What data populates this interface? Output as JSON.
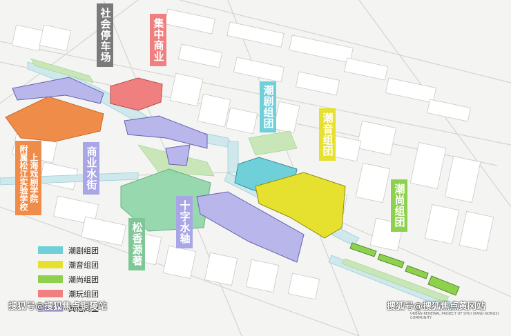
{
  "colors": {
    "chaoju": "#6fd0da",
    "chaoyin": "#e6e02e",
    "chaoshang": "#8fd14f",
    "chaowan": "#f07f7f",
    "other_commercial": "#b9b6ec",
    "school": "#f08c4a",
    "xiangyuan": "#8fd6a8",
    "road_label_blue": "#a8a6e6",
    "parking_label": "#7a7a7a",
    "green_label": "#7fc796"
  },
  "labels": {
    "parking": "社会停车场",
    "shangye_center": "集中商业",
    "chaoju": "潮剧组团",
    "chaoyin": "潮音组团",
    "chaoshang": "潮尚组团",
    "shangye_street": "商业水街",
    "school_a": "上海戏剧学院",
    "school_b": "附属松江实验学校",
    "shizi": "十字水轴",
    "songxiang": "松香源著"
  },
  "legend": [
    {
      "label": "潮剧组团",
      "color": "#6fd0da"
    },
    {
      "label": "潮音组团",
      "color": "#e6e02e"
    },
    {
      "label": "潮尚组团",
      "color": "#8fd14f"
    },
    {
      "label": "潮玩组团",
      "color": "#f07f7f"
    },
    {
      "label": "其他商业",
      "color": "#b9b6ec"
    }
  ],
  "watermarks": {
    "left": "搜狐号@搜狐焦点铜陵站",
    "right": "搜狐号@搜狐焦点黄冈站",
    "sub": "URBAN RENEWAL PROJECT OF SHUI XIANG NONGSI COMMUNITY"
  }
}
